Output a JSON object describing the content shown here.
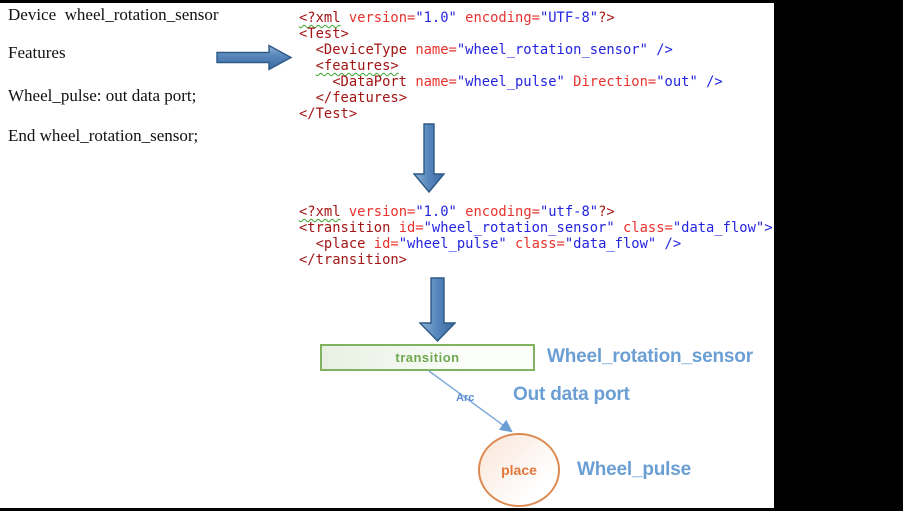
{
  "aadl": {
    "lines": [
      "Device  wheel_rotation_sensor",
      "Features",
      "Wheel_pulse: out data port;",
      "End wheel_rotation_sensor;"
    ]
  },
  "colors": {
    "xml_tag": "#a31515",
    "xml_attribute": "#e8322e",
    "xml_value": "#2424e0",
    "squiggle_green": "#3aa52f",
    "block_arrow_fill": "#4f81bd",
    "block_arrow_border": "#2d5986",
    "diagram_label_blue": "#6b9fd4",
    "transition_green": "#6fa84e",
    "place_orange": "#dd8a52"
  },
  "code_blocks": [
    {
      "name": "device-xml",
      "lines": [
        [
          {
            "c": "tag",
            "t": "<?xml",
            "u": true
          },
          {
            "c": "pln",
            "t": " "
          },
          {
            "c": "attr",
            "t": "version="
          },
          {
            "c": "val",
            "t": "\"1.0\""
          },
          {
            "c": "pln",
            "t": " "
          },
          {
            "c": "attr",
            "t": "encoding="
          },
          {
            "c": "val",
            "t": "\"UTF-8\""
          },
          {
            "c": "tag",
            "t": "?>"
          }
        ],
        [
          {
            "c": "tag",
            "t": "<Test>"
          }
        ],
        [
          {
            "c": "pln",
            "t": "  "
          },
          {
            "c": "tag",
            "t": "<DeviceType"
          },
          {
            "c": "pln",
            "t": " "
          },
          {
            "c": "attr",
            "t": "name="
          },
          {
            "c": "val",
            "t": "\"wheel_rotation_sensor\""
          },
          {
            "c": "pln",
            "t": " "
          },
          {
            "c": "val",
            "t": "/>"
          }
        ],
        [
          {
            "c": "pln",
            "t": "  "
          },
          {
            "c": "tag",
            "t": "<features>",
            "u": true
          }
        ],
        [
          {
            "c": "pln",
            "t": "    "
          },
          {
            "c": "tag",
            "t": "<DataPort"
          },
          {
            "c": "pln",
            "t": " "
          },
          {
            "c": "attr",
            "t": "name="
          },
          {
            "c": "val",
            "t": "\"wheel_pulse\""
          },
          {
            "c": "pln",
            "t": " "
          },
          {
            "c": "attr",
            "t": "Direction="
          },
          {
            "c": "val",
            "t": "\"out\""
          },
          {
            "c": "pln",
            "t": " "
          },
          {
            "c": "val",
            "t": "/>"
          }
        ],
        [
          {
            "c": "pln",
            "t": "  "
          },
          {
            "c": "tag",
            "t": "</features>"
          }
        ],
        [
          {
            "c": "tag",
            "t": "</Test>"
          }
        ]
      ]
    },
    {
      "name": "petrinet-xml",
      "lines": [
        [
          {
            "c": "tag",
            "t": "<?xml",
            "u": true
          },
          {
            "c": "pln",
            "t": " "
          },
          {
            "c": "attr",
            "t": "version="
          },
          {
            "c": "val",
            "t": "\"1.0\""
          },
          {
            "c": "pln",
            "t": " "
          },
          {
            "c": "attr",
            "t": "encoding="
          },
          {
            "c": "val",
            "t": "\"utf-8\""
          },
          {
            "c": "tag",
            "t": "?>"
          }
        ],
        [
          {
            "c": "tag",
            "t": "<transition"
          },
          {
            "c": "pln",
            "t": " "
          },
          {
            "c": "attr",
            "t": "id="
          },
          {
            "c": "val",
            "t": "\"wheel_rotation_sensor\""
          },
          {
            "c": "pln",
            "t": " "
          },
          {
            "c": "attr",
            "t": "class="
          },
          {
            "c": "val",
            "t": "\"data_flow\""
          },
          {
            "c": "val",
            "t": ">"
          }
        ],
        [
          {
            "c": "pln",
            "t": "  "
          },
          {
            "c": "tag",
            "t": "<place"
          },
          {
            "c": "pln",
            "t": " "
          },
          {
            "c": "attr",
            "t": "id="
          },
          {
            "c": "val",
            "t": "\"wheel_pulse\""
          },
          {
            "c": "pln",
            "t": " "
          },
          {
            "c": "attr",
            "t": "class="
          },
          {
            "c": "val",
            "t": "\"data_flow\""
          },
          {
            "c": "pln",
            "t": " "
          },
          {
            "c": "val",
            "t": "/>"
          }
        ],
        [
          {
            "c": "tag",
            "t": "</transition>"
          }
        ]
      ]
    }
  ],
  "petri": {
    "transition_label": "transition",
    "transition_name": "Wheel_rotation_sensor",
    "arc_label": "Arc",
    "port_label": "Out data port",
    "place_label": "place",
    "place_name": "Wheel_pulse"
  }
}
